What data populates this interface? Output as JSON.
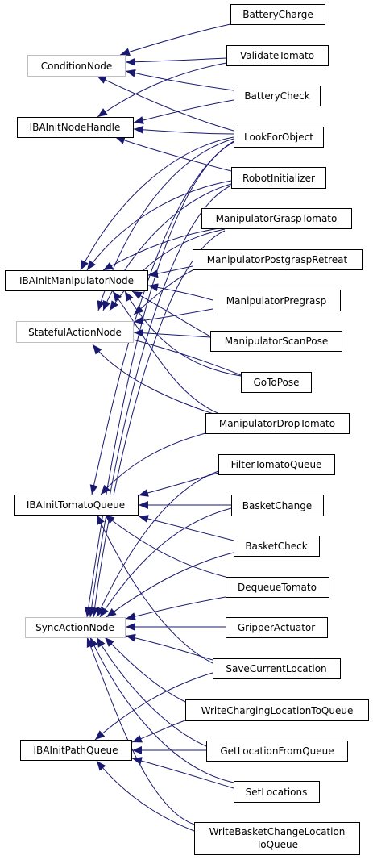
{
  "colors": {
    "edge": "#191970",
    "node_border": "#000000",
    "base_node_border": "#bfbfbf",
    "background": "#ffffff"
  },
  "nodes": {
    "condition": "ConditionNode",
    "handle": "IBAInitNodeHandle",
    "manip": "IBAInitManipulatorNode",
    "stateful": "StatefulActionNode",
    "tomatoq": "IBAInitTomatoQueue",
    "sync": "SyncActionNode",
    "pathq": "IBAInitPathQueue",
    "battcharge": "BatteryCharge",
    "validate": "ValidateTomato",
    "battcheck": "BatteryCheck",
    "lookfor": "LookForObject",
    "robotinit": "RobotInitializer",
    "grasp": "ManipulatorGraspTomato",
    "postgrasp": "ManipulatorPostgraspRetreat",
    "pregrasp": "ManipulatorPregrasp",
    "scanpose": "ManipulatorScanPose",
    "gotopose": "GoToPose",
    "drop": "ManipulatorDropTomato",
    "filterq": "FilterTomatoQueue",
    "basketchange": "BasketChange",
    "basketcheck": "BasketCheck",
    "dequeue": "DequeueTomato",
    "gripper": "GripperActuator",
    "savecur": "SaveCurrentLocation",
    "writecharging": "WriteChargingLocationToQueue",
    "getloc": "GetLocationFromQueue",
    "setloc": "SetLocations",
    "writebasket_1": "WriteBasketChangeLocation",
    "writebasket_2": "ToQueue"
  }
}
